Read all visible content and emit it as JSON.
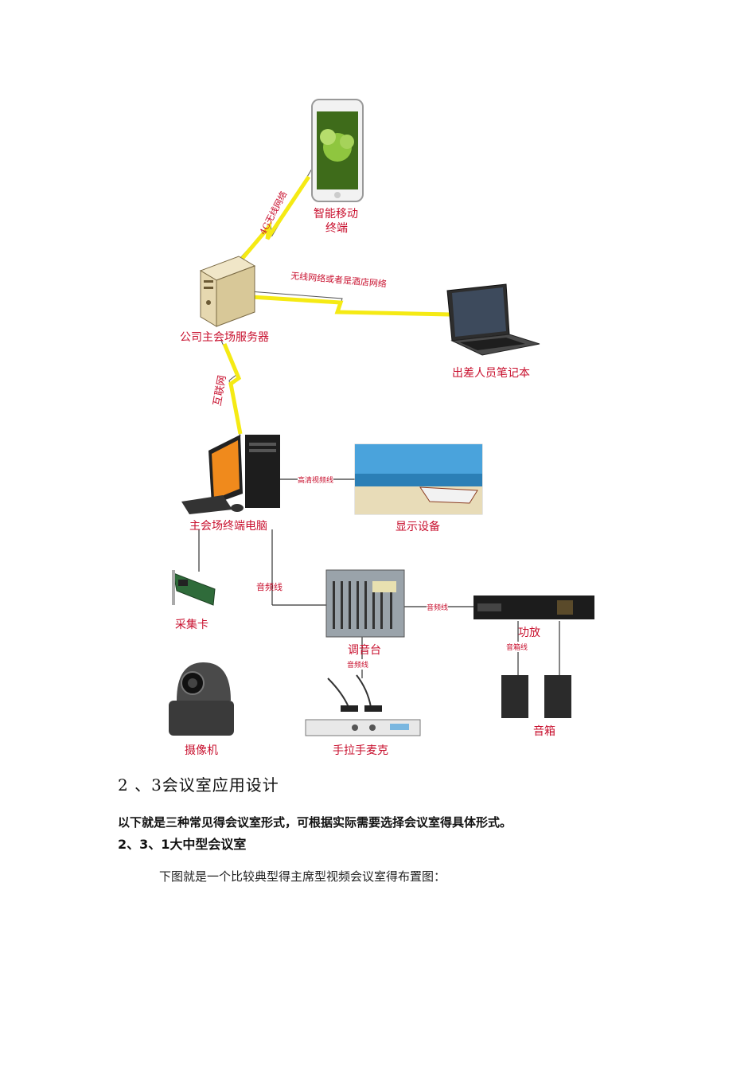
{
  "diagram": {
    "labels": {
      "phone": "智能移动",
      "phone2": "终端",
      "server": "公司主会场服务器",
      "laptop": "出差人员笔记本",
      "pc": "主会场终端电脑",
      "display": "显示设备",
      "capture_card": "采集卡",
      "camera": "摄像机",
      "mixer": "调音台",
      "microphone": "手拉手麦克",
      "amplifier": "功放",
      "speakers": "音箱"
    },
    "connections": {
      "net_4g": "4G无线网络",
      "wireless_hotel": "无线网络或者是酒店网络",
      "internet": "互联网",
      "hd_video": "高清视频线",
      "audio_line_1": "音频线",
      "audio_line_2": "音频线",
      "audio_line_3": "音频线",
      "speaker_line": "音箱线"
    },
    "colors": {
      "label": "#c8102e",
      "lightning": "#f5ea14"
    }
  },
  "section": {
    "heading": "2 、3会议室应用设计",
    "intro": "以下就是三种常见得会议室形式，可根据实际需要选择会议室得具体形式。",
    "subheading": "2、3、1大中型会议室",
    "paragraph": "下图就是一个比较典型得主席型视频会议室得布置图："
  }
}
